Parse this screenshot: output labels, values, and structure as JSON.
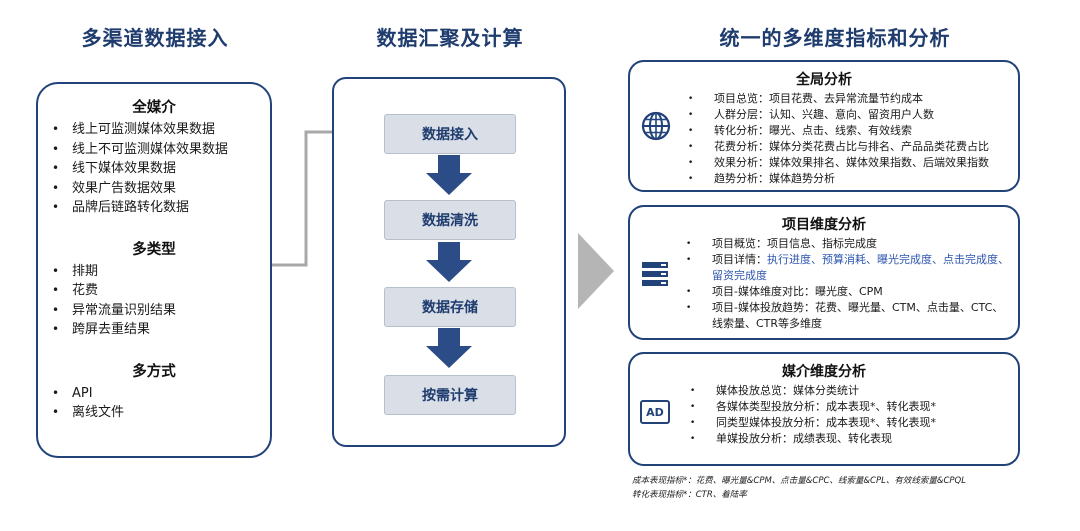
{
  "titles": {
    "left": "多渠道数据接入",
    "middle": "数据汇聚及计算",
    "right": "统一的多维度指标和分析"
  },
  "left_panel": {
    "sections": [
      {
        "heading": "全媒介",
        "items": [
          "线上可监测媒体效果数据",
          "线上不可监测媒体效果数据",
          "线下媒体效果数据",
          "效果广告数据效果",
          "品牌后链路转化数据"
        ]
      },
      {
        "heading": "多类型",
        "items": [
          "排期",
          "花费",
          "异常流量识别结果",
          "跨屏去重结果"
        ]
      },
      {
        "heading": "多方式",
        "items": [
          "API",
          "离线文件"
        ]
      }
    ]
  },
  "flow": {
    "steps": [
      "数据接入",
      "数据清洗",
      "数据存储",
      "按需计算"
    ]
  },
  "cards": {
    "global": {
      "heading": "全局分析",
      "icon": "globe-icon",
      "items": [
        "项目总览：项目花费、去异常流量节约成本",
        "人群分层：认知、兴趣、意向、留资用户人数",
        "转化分析：曝光、点击、线索、有效线索",
        "花费分析：媒体分类花费占比与排名、产品品类花费占比",
        "效果分析：媒体效果排名、媒体效果指数、后端效果指数",
        "趋势分析：媒体趋势分析"
      ]
    },
    "project": {
      "heading": "项目维度分析",
      "icon": "server-list-icon",
      "item1": "项目概览：项目信息、指标完成度",
      "item2_prefix": "项目详情：",
      "item2_highlight": "执行进度、预算消耗、曝光完成度、点击完成度、留资完成度",
      "item3": "项目-媒体维度对比：曝光度、CPM",
      "item4": "项目-媒体投放趋势：花费、曝光量、CTM、点击量、CTC、线索量、CTR等多维度"
    },
    "media": {
      "heading": "媒介维度分析",
      "icon": "ad-icon",
      "icon_text": "AD",
      "items": [
        "媒体投放总览：媒体分类统计",
        "各媒体类型投放分析：成本表现*、转化表现*",
        "同类型媒体投放分析：成本表现*、转化表现*",
        "单媒投放分析：成绩表现、转化表现"
      ]
    }
  },
  "footnotes": [
    "成本表现指标*：花费、曝光量&CPM、点击量&CPC、线索量&CPL、有效线索量&CPQL",
    "转化表现指标*：CTR、着陆率"
  ],
  "colors": {
    "navy": "#22427a",
    "title": "#1f3c6e",
    "step_fill": "#d9dee7",
    "arrow": "#2b4c86",
    "connector": "#a8a8a8",
    "highlight": "#2e56b0"
  }
}
